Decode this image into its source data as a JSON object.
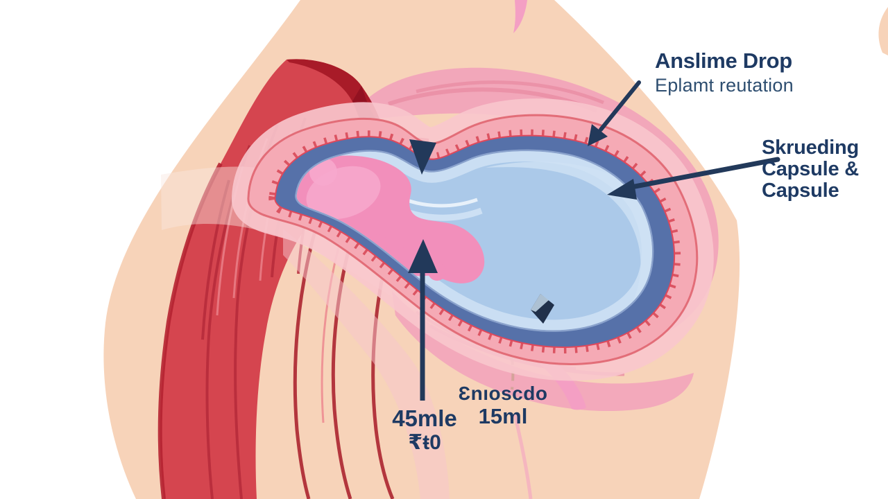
{
  "illustration": {
    "kind": "anatomical-cross-section",
    "subject": "implant-under-shoulder-muscle"
  },
  "labels": {
    "implant_note": {
      "title": "Anslime Drop",
      "subtitle": "Eplamt reutation"
    },
    "capsule_note": {
      "line1": "Skrueding",
      "line2": "Capsule &",
      "line3": "Capsule"
    },
    "volume_left": {
      "line1": "45mle",
      "line2": "₹ŧ0"
    },
    "volume_right": {
      "line1": "Ɛnıoscdo",
      "line2": "15ml"
    }
  },
  "colors": {
    "skin": "#f7d3b9",
    "white": "#ffffff",
    "muscle": "#d5454f",
    "muscle_dark": "#a81b28",
    "muscle_deep": "#8f1220",
    "muscle_outline": "#b52231",
    "muscle_streak": "#b62b3a",
    "muscle_highlight": "#ec848d",
    "tissue_pink": "#f2a7ba",
    "tissue_streak": "#e88da4",
    "glow_pink": "#f8c6cd",
    "capsule_band": "#f5aab5",
    "capsule_red": "#e0475a",
    "capsule_ticks": "#d84a59",
    "ring_blue": "#5671a9",
    "ring_inner_edge": "#8aa2cc",
    "implant_blue": "#abc9e9",
    "implant_blue_light": "#cfe2f4",
    "implant_highlight": "#eef5fc",
    "gel_pink": "#f28fbb",
    "gel_light": "#f7a9cd",
    "ribbon_pink": "#f49fc4",
    "dashed_beige": "#c9a28f",
    "ink": "#22395a",
    "ink_text": "#1e3a63",
    "ink_subtitle": "#2e4e70",
    "marker_dark": "#20304a",
    "marker_light": "#b5c9da"
  }
}
